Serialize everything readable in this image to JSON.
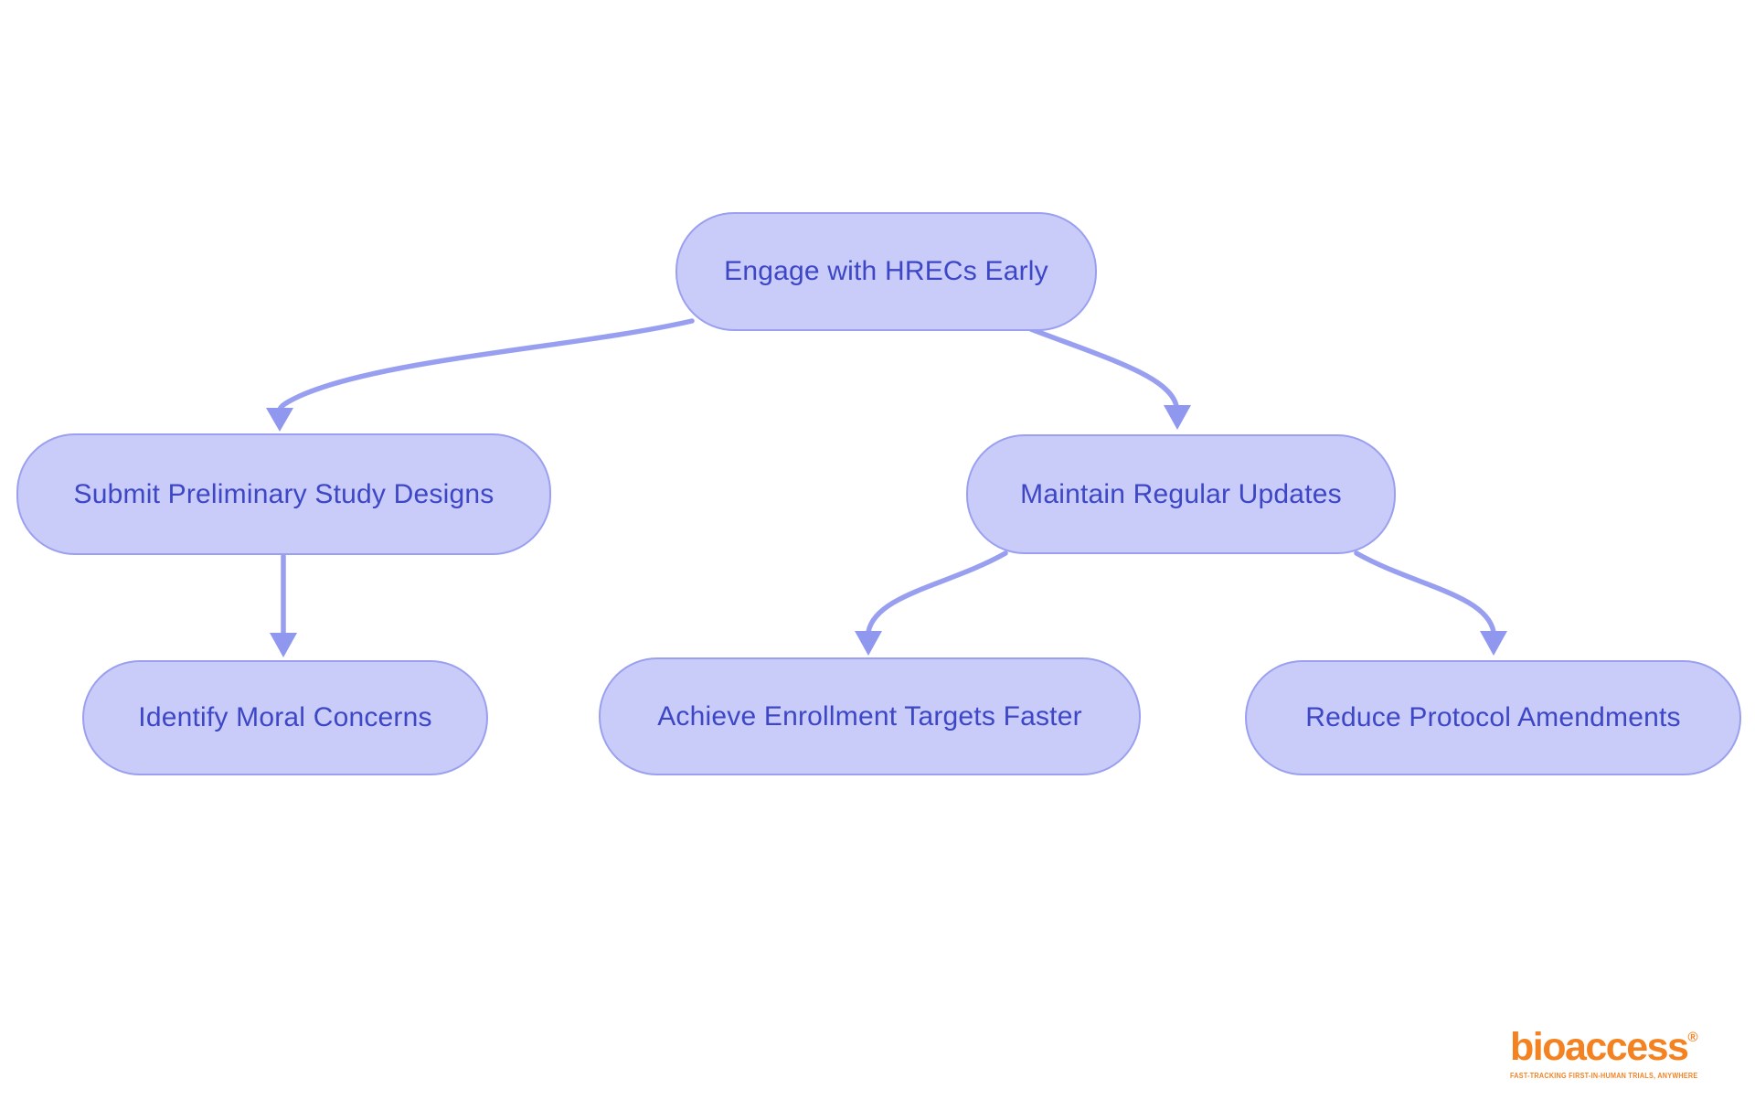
{
  "diagram": {
    "type": "flowchart",
    "direction": "top-down",
    "nodes": [
      {
        "id": "A",
        "label": "Engage with HRECs Early"
      },
      {
        "id": "B",
        "label": "Submit Preliminary Study Designs"
      },
      {
        "id": "C",
        "label": "Maintain Regular Updates"
      },
      {
        "id": "D",
        "label": "Identify Moral Concerns"
      },
      {
        "id": "E",
        "label": "Achieve Enrollment Targets Faster"
      },
      {
        "id": "F",
        "label": "Reduce Protocol Amendments"
      }
    ],
    "edges": [
      {
        "from": "Engage with HRECs Early",
        "to": "Submit Preliminary Study Designs"
      },
      {
        "from": "Engage with HRECs Early",
        "to": "Maintain Regular Updates"
      },
      {
        "from": "Submit Preliminary Study Designs",
        "to": "Identify Moral Concerns"
      },
      {
        "from": "Maintain Regular Updates",
        "to": "Achieve Enrollment Targets Faster"
      },
      {
        "from": "Maintain Regular Updates",
        "to": "Reduce Protocol Amendments"
      }
    ],
    "colors": {
      "node_fill": "#c9cbf8",
      "node_border": "#9aa0ef",
      "node_text": "#3d47c6",
      "edge": "#989ff0",
      "background": "#ffffff"
    }
  },
  "branding": {
    "logo_text": "bioaccess",
    "registered_mark": "®",
    "tagline": "FAST-TRACKING FIRST-IN-HUMAN TRIALS, ANYWHERE",
    "logo_color": "#f58220"
  }
}
